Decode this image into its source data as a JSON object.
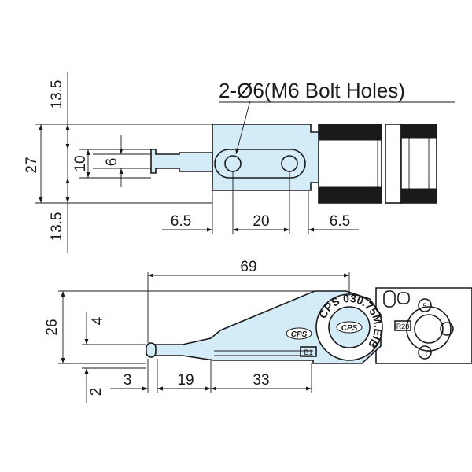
{
  "top_view": {
    "callout": "2-Ø6(M6 Bolt Holes)",
    "dims": {
      "total_height": "27",
      "upper_margin": "13.5",
      "lower_margin": "13.5",
      "slot_outer": "10",
      "slot_inner": "6",
      "left_offset": "6.5",
      "hole_spacing": "20",
      "right_offset": "6.5"
    }
  },
  "side_view": {
    "dims": {
      "overall_length": "69",
      "height": "26",
      "tip_height": "4",
      "bottom_offset": "2",
      "tip_length": "3",
      "neck_length": "19",
      "base_length": "33"
    },
    "logo_text": "CPS",
    "part_label": "B1",
    "ring_text": "CPS 030.75M.EIB",
    "radius_label": "R28",
    "marker_label": "5",
    "marker_label_2": "C"
  },
  "colors": {
    "part_fill": "#d4ecf7",
    "line": "#1a1a1a"
  }
}
